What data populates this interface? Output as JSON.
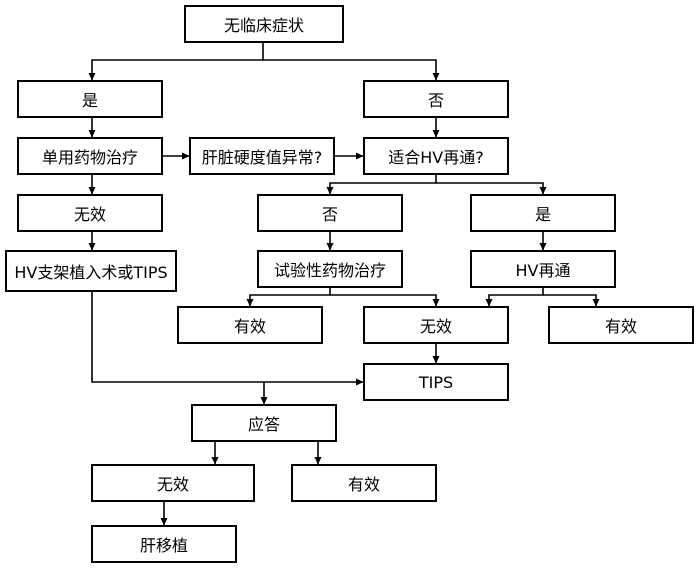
{
  "colors": {
    "line": "#000000",
    "box_border": "#000000",
    "background": "#ffffff",
    "text": "#000000"
  },
  "nodes": {
    "start": "无临床症状",
    "yes_top": "是",
    "no_top": "否",
    "drug_therapy": "单用药物治疗",
    "liver_stiffness": "肝脏硬度值异常?",
    "hv_suitable": "适合HV再通?",
    "ineffective_left": "无效",
    "no_mid": "否",
    "yes_right": "是",
    "hv_stent_tips": "HV支架植入术或TIPS",
    "trial_drug": "试验性药物治疗",
    "hv_recanalization": "HV再通",
    "effective_left": "有效",
    "ineffective_mid": "无效",
    "effective_right": "有效",
    "tips": "TIPS",
    "response": "应答",
    "ineffective_bottom": "无效",
    "effective_bottom": "有效",
    "liver_transplant": "肝移植"
  }
}
